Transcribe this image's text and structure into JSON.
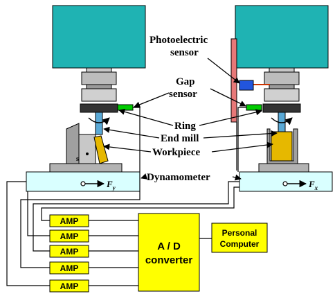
{
  "labels": {
    "photoelectric_line1": "Photoelectric",
    "photoelectric_line2": "sensor",
    "gap_line1": "Gap",
    "gap_line2": "sensor",
    "ring": "Ring",
    "end_mill": "End mill",
    "workpiece": "Workpiece",
    "dynamometer": "Dynamometer",
    "force_y": "F",
    "force_y_sub": "y",
    "force_x": "F",
    "force_x_sub": "x",
    "angle": "s"
  },
  "amps": [
    "AMP",
    "AMP",
    "AMP",
    "AMP",
    "AMP"
  ],
  "converter": {
    "line1": "A / D",
    "line2": "converter"
  },
  "computer": {
    "line1": "Personal",
    "line2": "Computer"
  },
  "colors": {
    "spindle": "#1fb3b3",
    "amp_fill": "#ffff00",
    "dynamometer_fill": "#d9ffff",
    "gap_sensor": "#00cc00",
    "photo_sensor": "#2255dd",
    "photo_bar": "#e87878",
    "workpiece_fill": "#e6b800",
    "base_fill": "#b3b3b3"
  }
}
